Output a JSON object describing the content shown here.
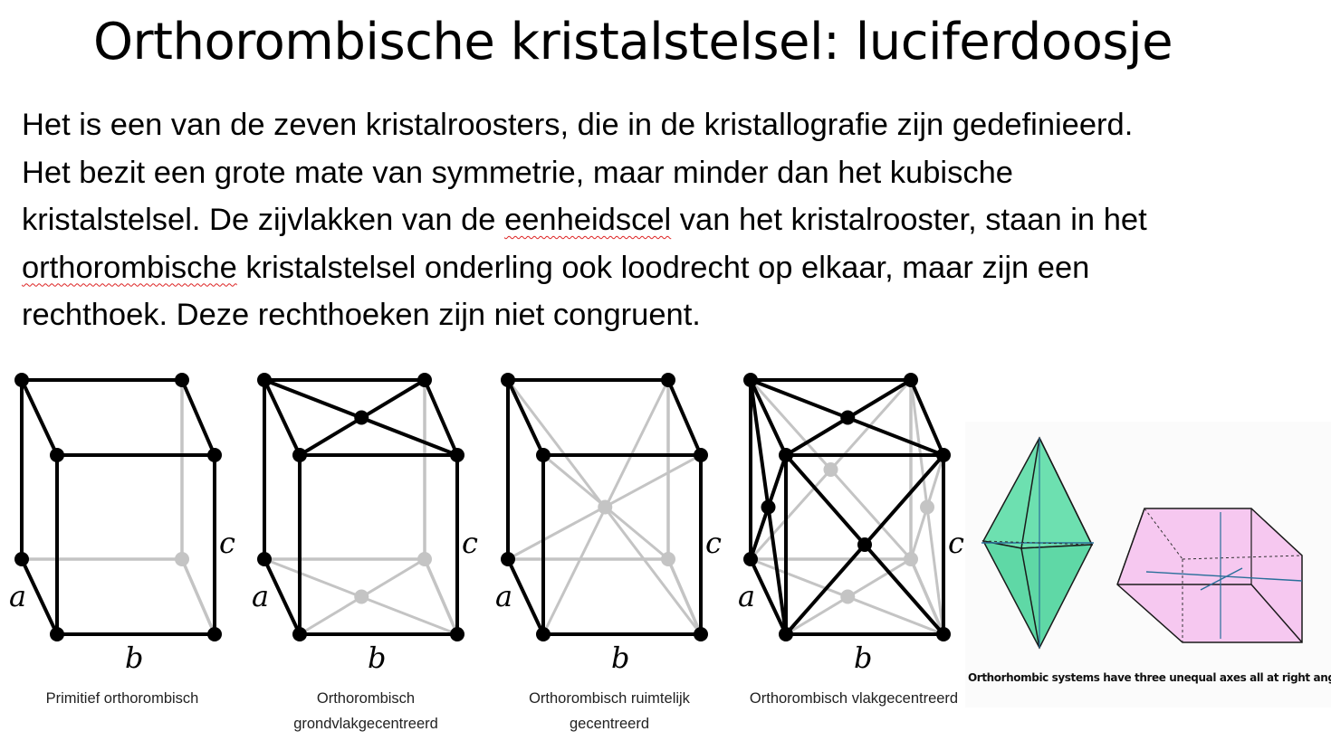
{
  "slide": {
    "title": "Orthorombische kristalstelsel: luciferdoosje",
    "paragraph": {
      "line1": "Het is een van de zeven kristalroosters, die in de kristallografie zijn gedefinieerd.",
      "line2": "Het bezit een grote mate van symmetrie, maar minder dan het kubische",
      "line3_a": "kristalstelsel. De zijvlakken van de ",
      "line3_b": "eenheidscel",
      "line3_c": " van het kristalrooster, staan in het",
      "line4_a": "orthorombische",
      "line4_b": " kristalstelsel onderling ook loodrecht op elkaar, maar zijn een",
      "line5": "rechthoek. Deze rechthoeken zijn niet congruent."
    }
  },
  "lattices": [
    {
      "type": "primitive",
      "caption_l1": "Primitief orthorombisch",
      "caption_l2": "",
      "a": "a",
      "b": "b",
      "c": "c"
    },
    {
      "type": "base-centered",
      "caption_l1": "Orthorombisch",
      "caption_l2": "grondvlakgecentreerd",
      "a": "a",
      "b": "b",
      "c": "c"
    },
    {
      "type": "body-centered",
      "caption_l1": "Orthorombisch ruimtelijk",
      "caption_l2": "gecentreerd",
      "a": "a",
      "b": "b",
      "c": "c"
    },
    {
      "type": "face-centered",
      "caption_l1": "Orthorombisch vlakgecentreerd",
      "caption_l2": "",
      "a": "a",
      "b": "b",
      "c": "c"
    }
  ],
  "photo": {
    "caption": "Orthorhombic systems have three unequal axes all at right angles",
    "colors": {
      "bipyramid": "#6de0b0",
      "prism": "#f6c8f0",
      "axis": "#2a6f9a"
    }
  },
  "colors": {
    "front_edge": "#000000",
    "hidden_edge": "#c4c4c4",
    "spellcheck": "#d22222"
  }
}
